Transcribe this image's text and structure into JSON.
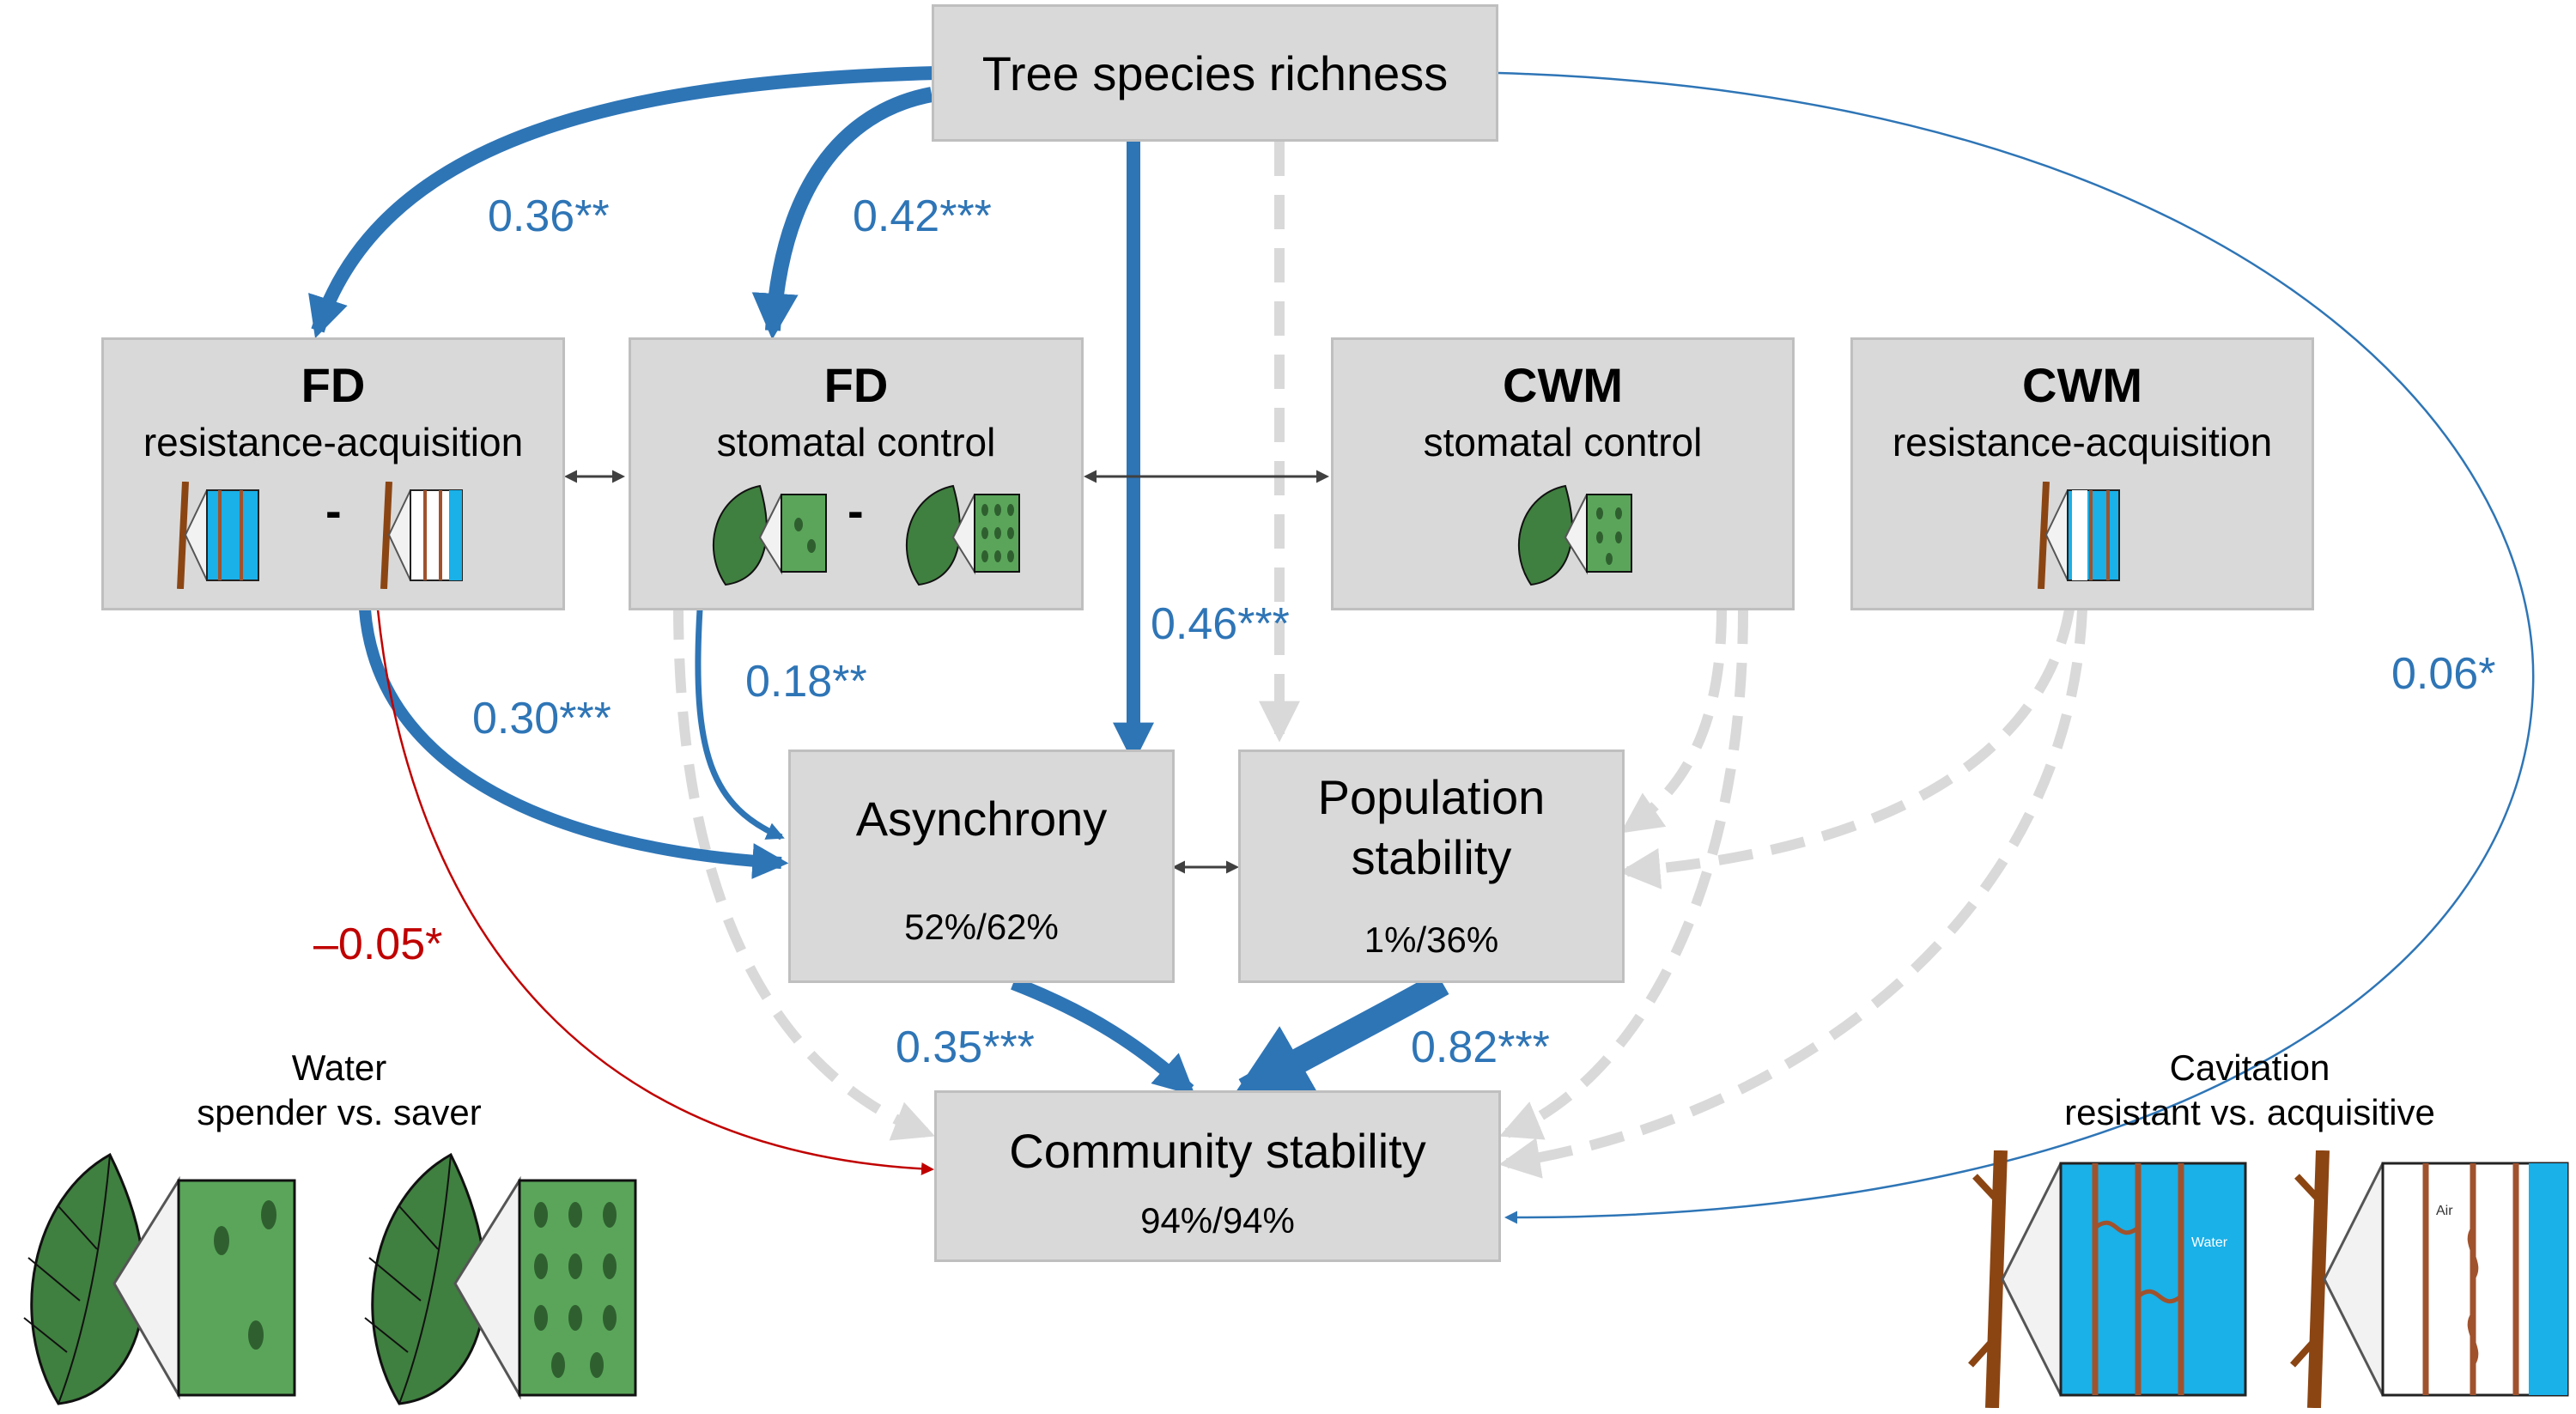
{
  "nodes": {
    "richness": {
      "title": "Tree species richness"
    },
    "fd_ra": {
      "title": "FD",
      "subtitle": "resistance-acquisition",
      "separator": "-"
    },
    "fd_sc": {
      "title": "FD",
      "subtitle": "stomatal control",
      "separator": "-"
    },
    "cwm_sc": {
      "title": "CWM",
      "subtitle": "stomatal control"
    },
    "cwm_ra": {
      "title": "CWM",
      "subtitle": "resistance-acquisition"
    },
    "asynchrony": {
      "title": "Asynchrony",
      "r2": "52%/62%"
    },
    "popstab": {
      "title_line1": "Population",
      "title_line2": "stability",
      "r2": "1%/36%"
    },
    "commstab": {
      "title": "Community stability",
      "r2": "94%/94%"
    }
  },
  "paths": {
    "rich_fdra": "0.36**",
    "rich_fdsc": "0.42***",
    "rich_async": "0.46***",
    "rich_comm": "0.06*",
    "fdra_async": "0.30***",
    "fdsc_async": "0.18**",
    "fdra_comm": "–0.05*",
    "async_comm": "0.35***",
    "pop_comm": "0.82***"
  },
  "legend": {
    "water_line1": "Water",
    "water_line2": "spender vs. saver",
    "cav_line1": "Cavitation",
    "cav_line2": "resistant vs. acquisitive",
    "water_label": "Water",
    "air_label": "Air"
  },
  "colors": {
    "positive": "#2e75b6",
    "negative": "#c00000",
    "nonsignificant": "#d9d9d9",
    "box_fill": "#d9d9d9",
    "leaf": "#3f8f3f",
    "stem": "#a0522d",
    "xylem_water": "#1ab0e8"
  }
}
